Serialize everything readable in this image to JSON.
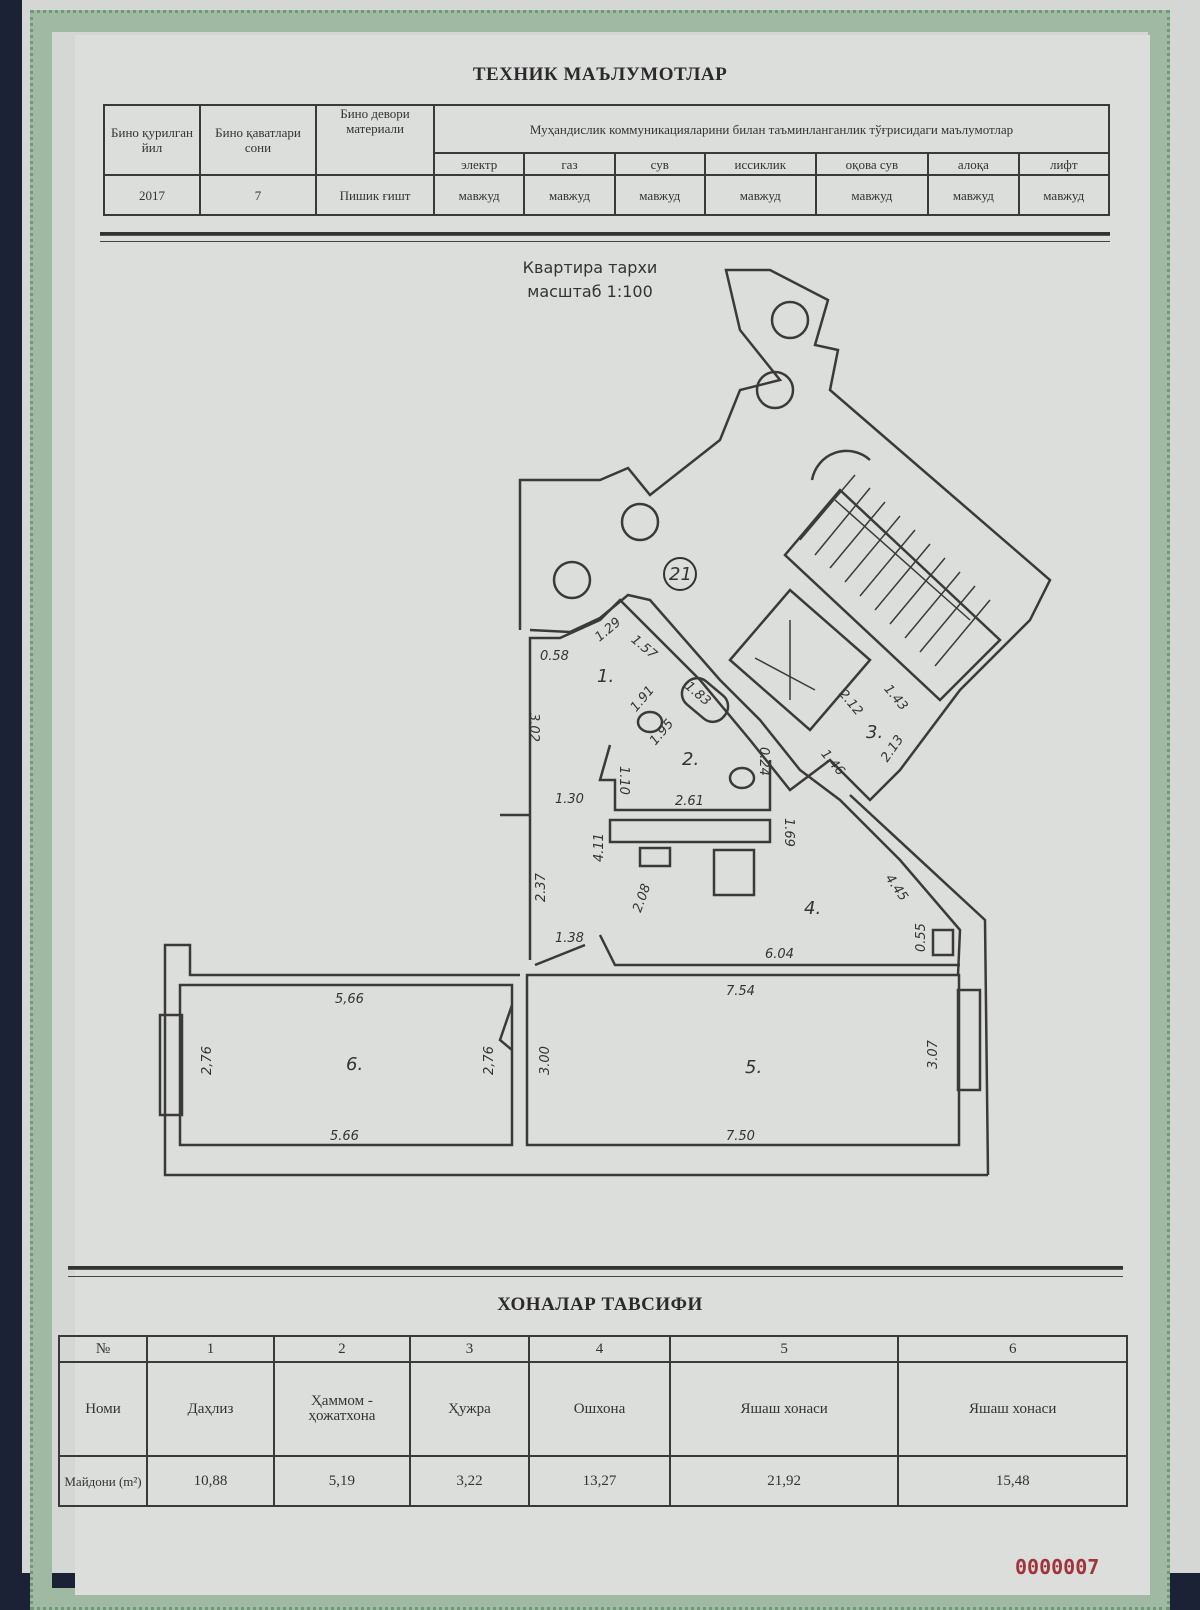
{
  "tech": {
    "title": "ТЕХНИК МАЪЛУМОТЛАР",
    "headers": {
      "year": "Бино қурилган йил",
      "floors": "Бино қаватлари сони",
      "wall": "Бино девори материали",
      "utilities": "Муҳандислик коммуникацияларини билан таъминланганлик тўғрисидаги маълумотлар"
    },
    "utility_names": [
      "электр",
      "газ",
      "сув",
      "иссиклик",
      "оқова сув",
      "алоқа",
      "лифт"
    ],
    "values": {
      "year": "2017",
      "floors": "7",
      "wall": "Пишик ғишт"
    },
    "utility_values": [
      "мавжуд",
      "мавжуд",
      "мавжуд",
      "мавжуд",
      "мавжуд",
      "мавжуд",
      "мавжуд"
    ]
  },
  "plan": {
    "title": "Квартира тархи",
    "scale": "масштаб 1:100",
    "stair_no": "21",
    "rooms": [
      "1.",
      "2.",
      "3.",
      "4.",
      "5.",
      "6."
    ],
    "dims": [
      "0.58",
      "1.29",
      "1.57",
      "3.02",
      "1.91",
      "1.83",
      "1.95",
      "1.10",
      "0.24",
      "1.30",
      "2.61",
      "1.69",
      "4.11",
      "2.37",
      "2.08",
      "4.45",
      "0.55",
      "1.38",
      "6.04",
      "2.12",
      "1.43",
      "2.13",
      "1.46",
      "5,66",
      "5.66",
      "2,76",
      "2,76",
      "3.00",
      "7.54",
      "3.07",
      "7.50"
    ]
  },
  "rooms_table": {
    "title": "ХОНАЛАР ТАВСИФИ",
    "no_label": "№",
    "name_label": "Номи",
    "area_label": "Майдони (m²)",
    "rows": [
      {
        "no": "1",
        "name": "Даҳлиз",
        "area": "10,88"
      },
      {
        "no": "2",
        "name": "Ҳаммом - ҳожатхона",
        "area": "5,19"
      },
      {
        "no": "3",
        "name": "Ҳужра",
        "area": "3,22"
      },
      {
        "no": "4",
        "name": "Ошхона",
        "area": "13,27"
      },
      {
        "no": "5",
        "name": "Яшаш хонаси",
        "area": "21,92"
      },
      {
        "no": "6",
        "name": "Яшаш хонаси",
        "area": "15,48"
      }
    ]
  },
  "serial": "0000007"
}
